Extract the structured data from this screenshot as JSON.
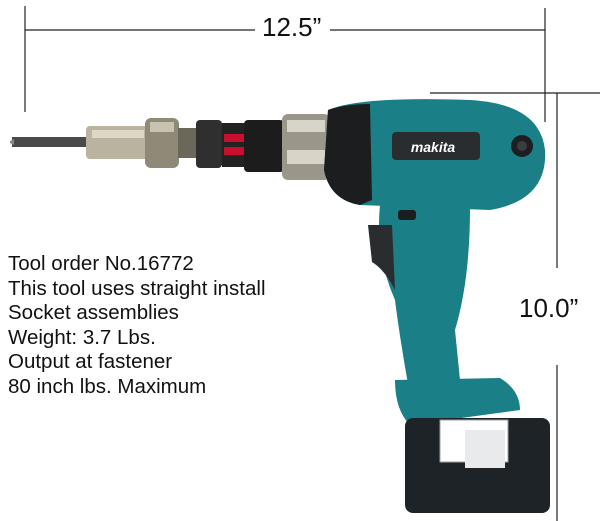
{
  "dimensions": {
    "width_label": "12.5”",
    "height_label": "10.0”"
  },
  "tool": {
    "brand": "makita",
    "spec_lines": [
      "Tool order No.16772",
      "This tool uses  straight install",
      "Socket assemblies",
      "Weight: 3.7 Lbs.",
      "Output at fastener",
      "80 inch lbs. Maximum"
    ]
  },
  "colors": {
    "body_teal": "#1a7f86",
    "grip_dark": "#2a2d30",
    "battery_dark": "#1d2326",
    "chrome": "#a8a294",
    "accent_red": "#c8102e"
  }
}
